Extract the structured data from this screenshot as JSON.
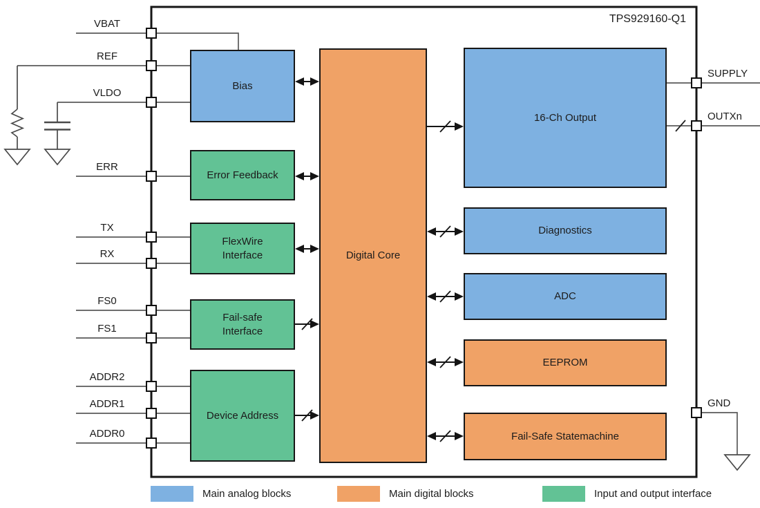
{
  "title": "TPS929160-Q1",
  "pins": {
    "left": [
      {
        "name": "VBAT"
      },
      {
        "name": "REF"
      },
      {
        "name": "VLDO"
      },
      {
        "name": "ERR"
      },
      {
        "name": "TX"
      },
      {
        "name": "RX"
      },
      {
        "name": "FS0"
      },
      {
        "name": "FS1"
      },
      {
        "name": "ADDR2"
      },
      {
        "name": "ADDR1"
      },
      {
        "name": "ADDR0"
      }
    ],
    "right": [
      {
        "name": "SUPPLY"
      },
      {
        "name": "OUTXn"
      },
      {
        "name": "GND"
      }
    ]
  },
  "blocks": {
    "bias": {
      "label": "Bias",
      "type": "analog"
    },
    "error_feedback": {
      "label": "Error Feedback",
      "type": "io"
    },
    "flexwire": {
      "label": "FlexWire\nInterface",
      "type": "io"
    },
    "failsafe_interface": {
      "label": "Fail-safe\nInterface",
      "type": "io"
    },
    "device_address": {
      "label": "Device Address",
      "type": "io"
    },
    "digital_core": {
      "label": "Digital Core",
      "type": "digital"
    },
    "output16": {
      "label": "16-Ch Output",
      "type": "analog"
    },
    "diagnostics": {
      "label": "Diagnostics",
      "type": "analog"
    },
    "adc": {
      "label": "ADC",
      "type": "analog"
    },
    "eeprom": {
      "label": "EEPROM",
      "type": "digital"
    },
    "failsafe_statemachine": {
      "label": "Fail-Safe Statemachine",
      "type": "digital"
    }
  },
  "legend": [
    {
      "label": "Main analog blocks",
      "color": "#7EB1E1"
    },
    {
      "label": "Main digital blocks",
      "color": "#F0A266"
    },
    {
      "label": "Input and output interface",
      "color": "#62C295"
    }
  ],
  "colors": {
    "analog_block": "#7EB1E1",
    "digital_block": "#F0A266",
    "io_block": "#62C295",
    "wire": "#5a5a5a",
    "outline": "#161616"
  }
}
